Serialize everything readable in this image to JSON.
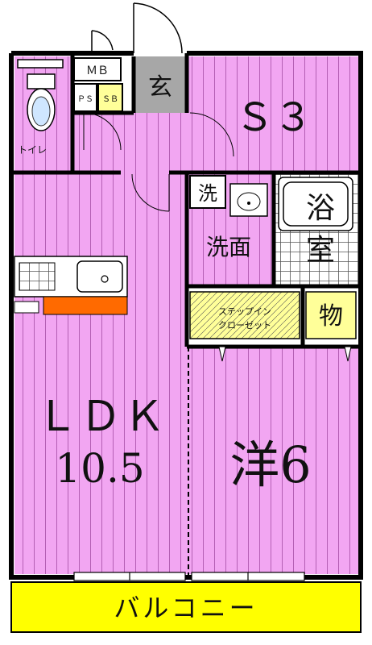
{
  "colors": {
    "room_fill": "#f2a6f2",
    "floor_lines": "#b45fb4",
    "entrance_fill": "#a7a7a7",
    "balcony_fill": "#ffff00",
    "counter_fill": "#ff6a00",
    "wall": "#000000",
    "closet_fill": "#ffff99"
  },
  "rooms": {
    "ldk_name": "ＬＤＫ",
    "ldk_size": "10.5",
    "western_name": "洋6",
    "service_room": "Ｓ３",
    "entrance": "玄",
    "toilet": "トイレ",
    "washroom": "洗面",
    "laundry": "洗",
    "bath_line1": "浴",
    "bath_line2": "室",
    "storage": "物",
    "closet_line1": "ステップイン",
    "closet_line2": "クローゼット",
    "mb": "ＭＢ",
    "ps": "ＰＳ",
    "sb": "ＳＢ",
    "balcony": "バルコニー"
  }
}
